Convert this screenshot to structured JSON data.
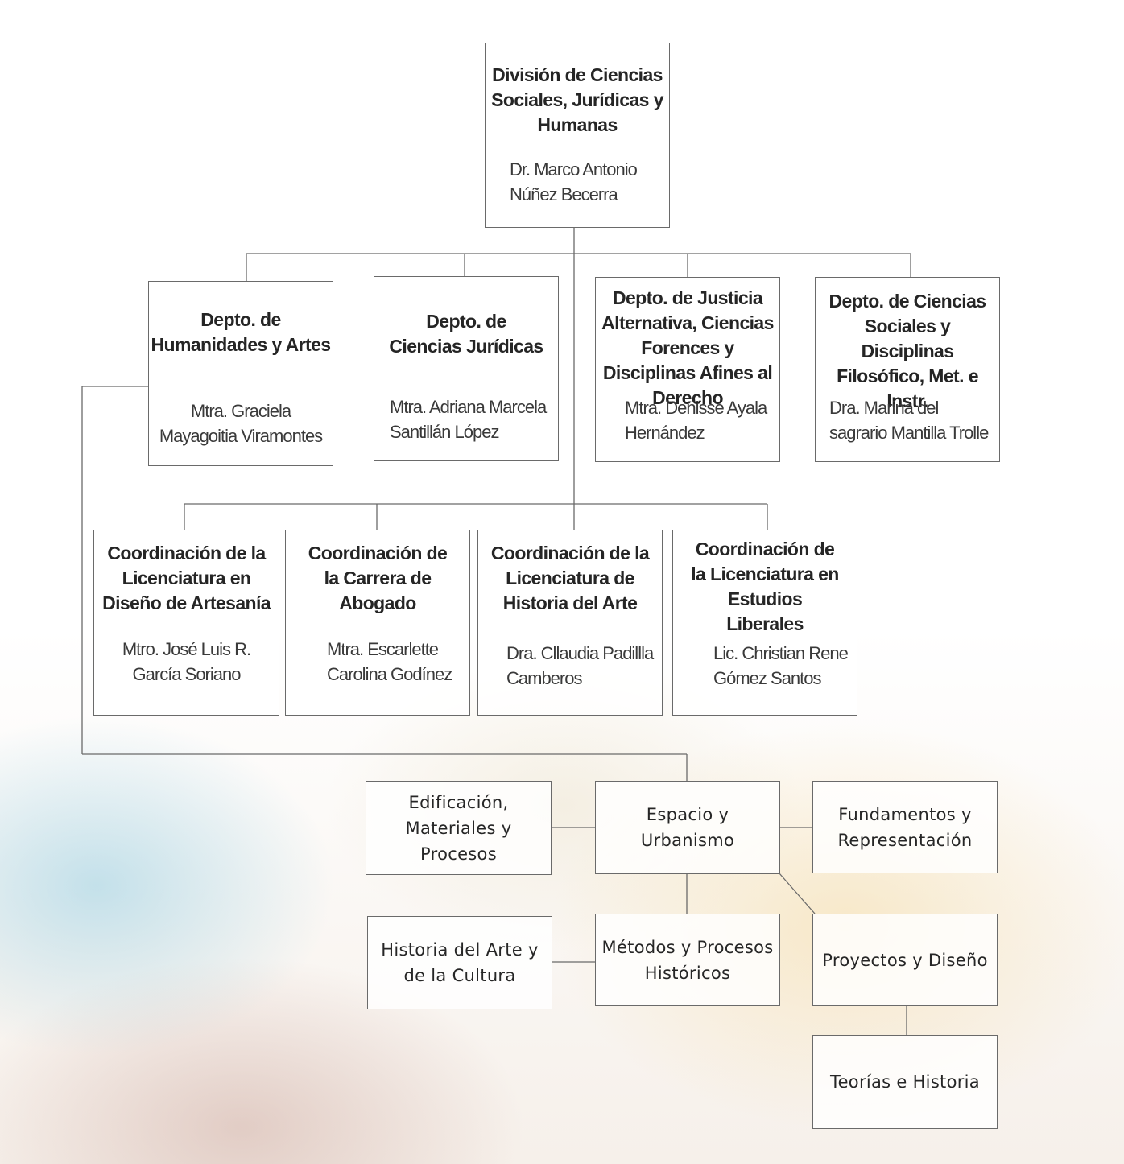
{
  "division": {
    "title": "División de Ciencias Sociales, Jurídicas y Humanas",
    "head": "Dr. Marco Antonio Núñez Becerra"
  },
  "departments": [
    {
      "title": "Depto. de Humanidades y Artes",
      "head": "Mtra. Graciela Mayagoitia Viramontes"
    },
    {
      "title": "Depto. de Ciencias Jurídicas",
      "head": "Mtra. Adriana Marcela Santillán López"
    },
    {
      "title": "Depto. de Justicia Alternativa, Ciencias Forences y Disciplinas Afines al Derecho",
      "head": "Mtra. Denisse Ayala Hernández"
    },
    {
      "title": "Depto. de Ciencias Sociales y Disciplinas Filosófico, Met. e Instr.",
      "head": "Dra. Marina del sagrario Mantilla Trolle"
    }
  ],
  "coordinations": [
    {
      "title": "Coordinación de la Licenciatura en Diseño de Artesanía",
      "head": "Mtro. José Luis R. García Soriano"
    },
    {
      "title": "Coordinación de la Carrera de Abogado",
      "head": "Mtra. Escarlette Carolina Godínez"
    },
    {
      "title": "Coordinación de la Licenciatura de Historia del Arte",
      "head": "Dra. Cllaudia Padillla Camberos"
    },
    {
      "title": "Coordinación de la Licenciatura en Estudios Liberales",
      "head": "Lic. Christian Rene Gómez Santos"
    }
  ],
  "subjects": {
    "edificacion": "Edificación, Materiales y Procesos",
    "espacio": "Espacio y Urbanismo",
    "fundamentos": "Fundamentos y Representación",
    "historia_arte": "Historia del Arte y de la Cultura",
    "metodos": "Métodos y Procesos Históricos",
    "proyectos": "Proyectos y Diseño",
    "teorias": "Teorías e Historia"
  }
}
